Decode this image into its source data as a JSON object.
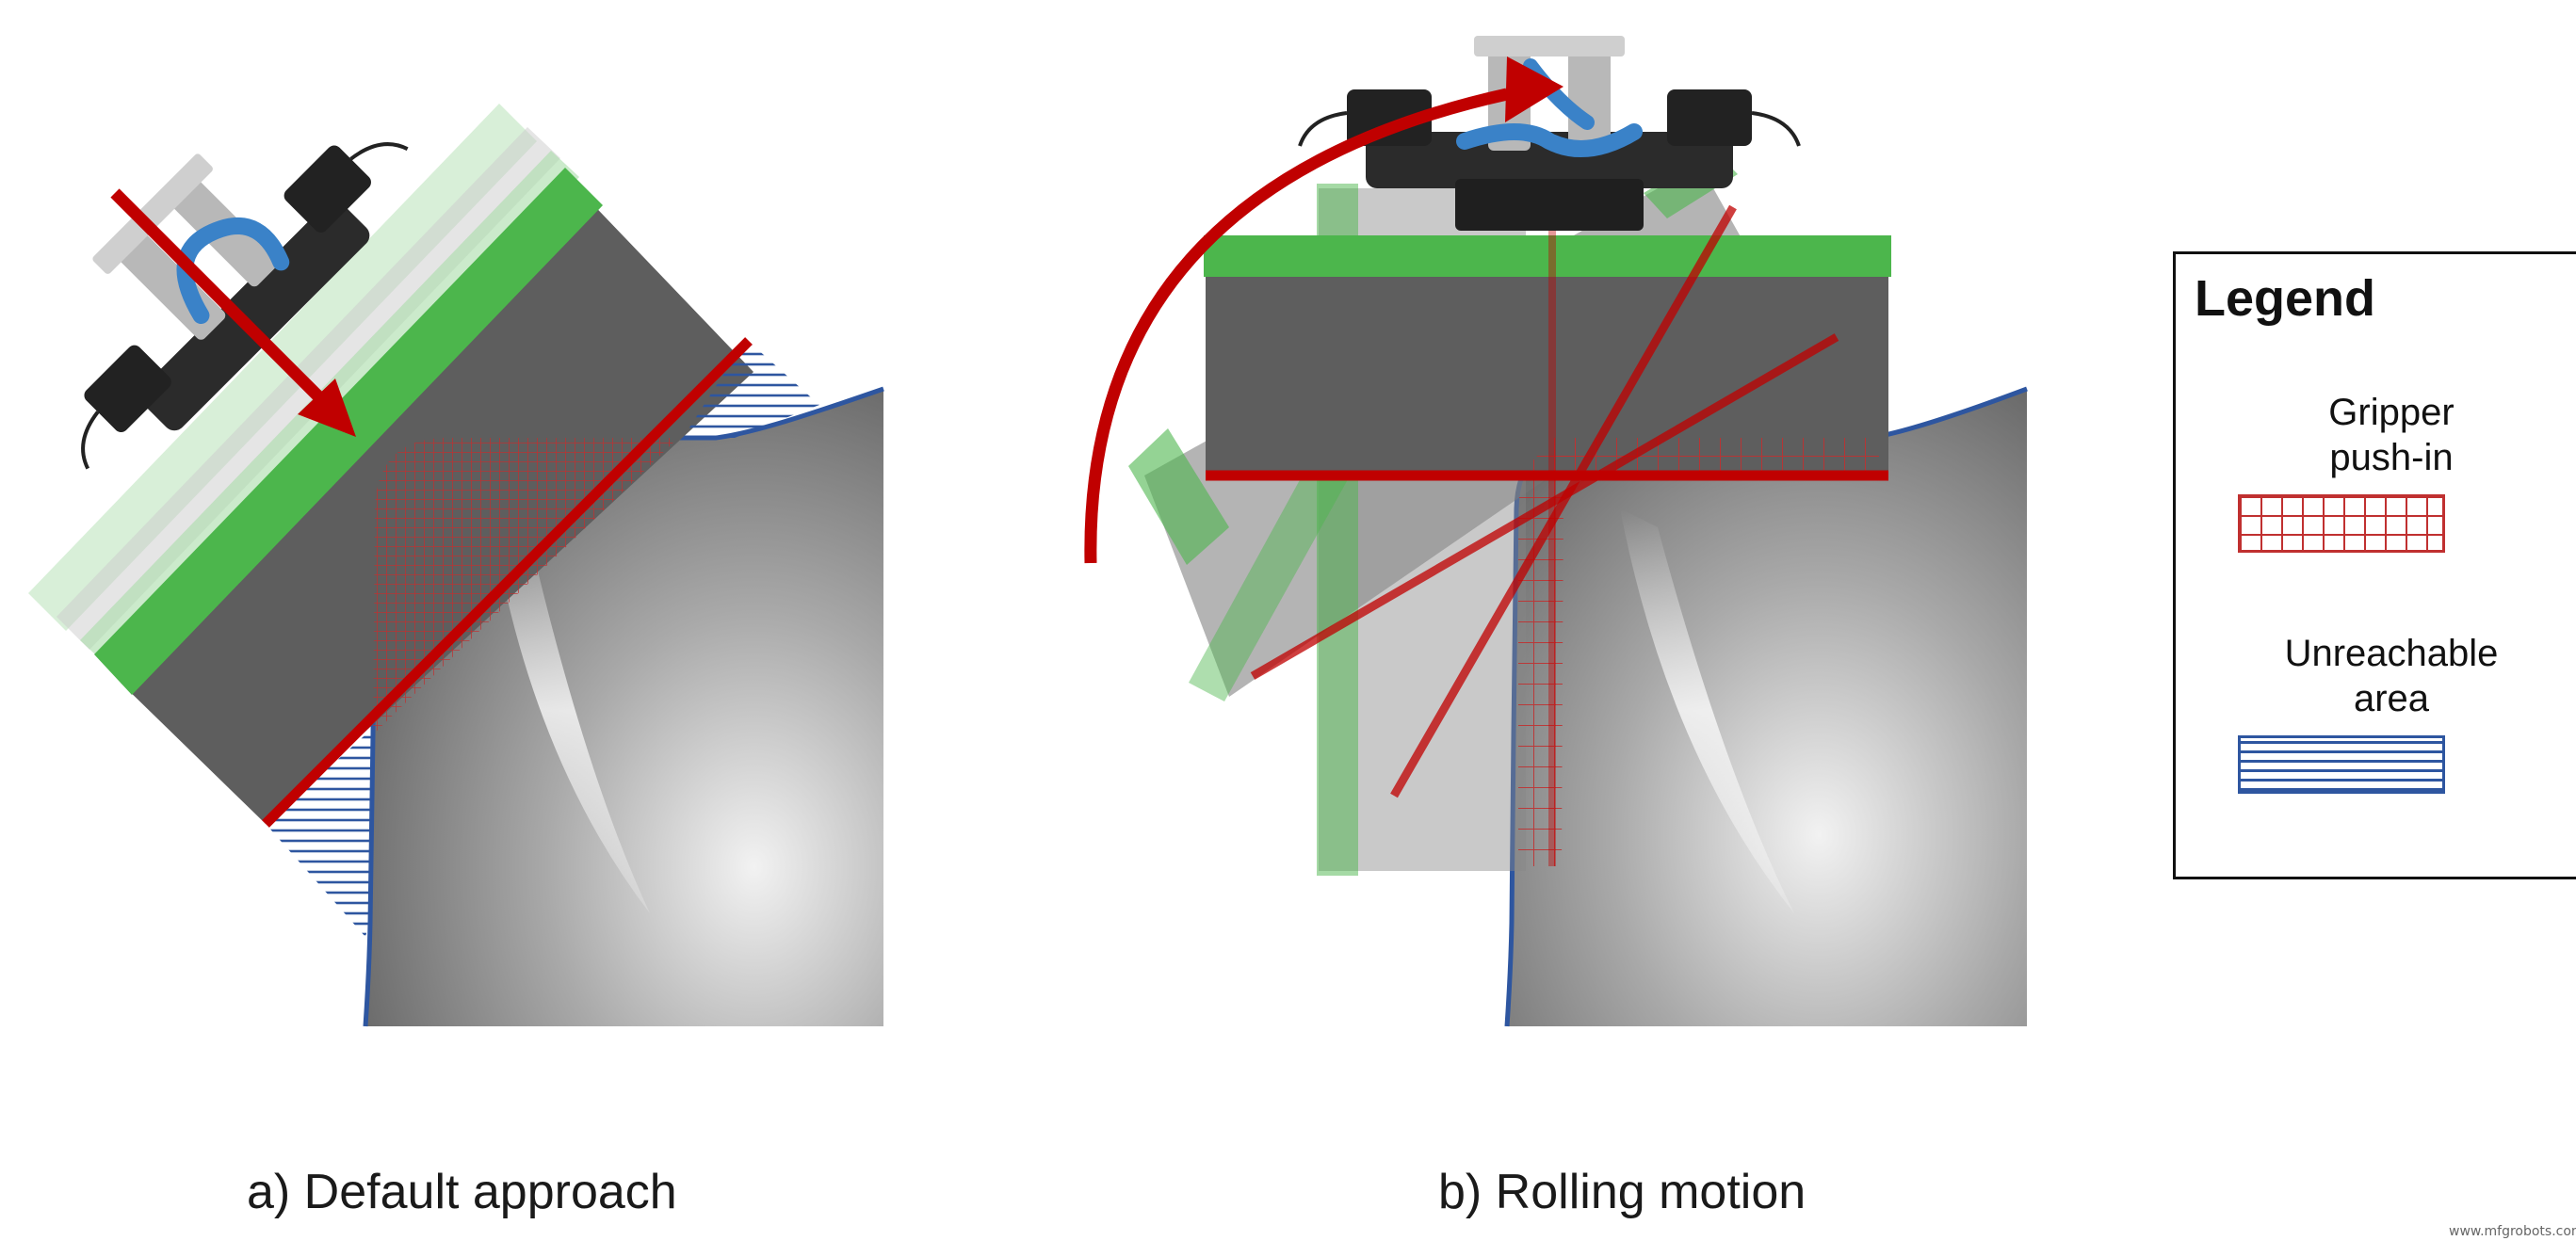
{
  "captions": {
    "a": "a) Default approach",
    "b": "b) Rolling motion"
  },
  "legend": {
    "title": "Legend",
    "items": [
      {
        "label_line1": "Gripper",
        "label_line2": "push-in",
        "pattern": "red-grid"
      },
      {
        "label_line1": "Unreachable",
        "label_line2": "area",
        "pattern": "blue-hlines"
      }
    ]
  },
  "watermark": "www.mfgrobots.com",
  "colors": {
    "pad_green": "#4cb64c",
    "pad_light_green": "#a8dca8",
    "cut_line_red": "#c00000",
    "push_in_red": "#c03030",
    "unreachable_blue": "#2e56a0",
    "part_gray_dark": "#6e6e6e",
    "part_gray_light": "#e8e8e8",
    "gripper_dark": "#555555",
    "hose_blue": "#3a82c8",
    "fitting_gray": "#b8b8b8"
  },
  "icons": {
    "approach_arrow": "arrow-down-right-icon",
    "rolling_arrow": "curved-arrow-icon"
  }
}
